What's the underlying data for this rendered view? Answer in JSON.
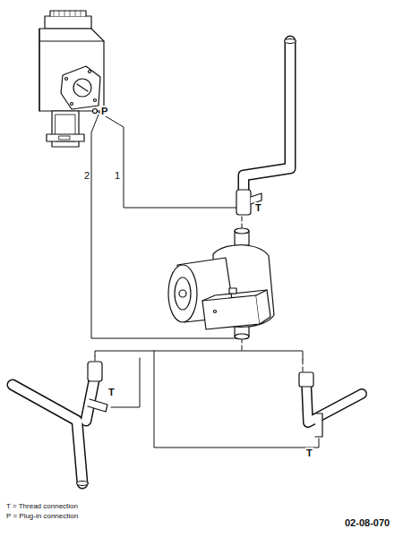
{
  "diagram": {
    "labels": [
      "P",
      "2",
      "1",
      "T",
      "T",
      "T",
      "T = Thread connection",
      "P = Plug-in connection",
      "02-08-070"
    ]
  }
}
